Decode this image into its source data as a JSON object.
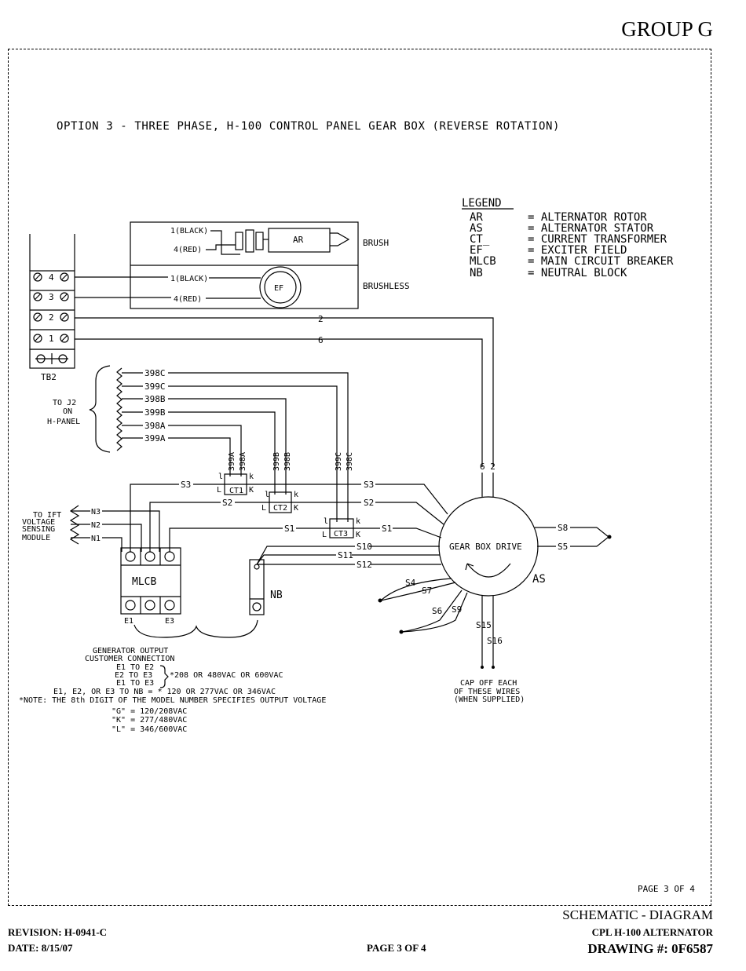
{
  "header": {
    "group": "GROUP G"
  },
  "title": "OPTION 3 - THREE PHASE, H-100 CONTROL PANEL GEAR BOX (REVERSE ROTATION)",
  "legend": {
    "heading": "LEGEND",
    "items": [
      {
        "abbr": "AR",
        "desc": "= ALTERNATOR ROTOR"
      },
      {
        "abbr": "AS",
        "desc": "= ALTERNATOR STATOR"
      },
      {
        "abbr": "CT_",
        "desc": "= CURRENT TRANSFORMER"
      },
      {
        "abbr": "EF",
        "desc": "= EXCITER FIELD"
      },
      {
        "abbr": "MLCB",
        "desc": "= MAIN CIRCUIT BREAKER"
      },
      {
        "abbr": "NB",
        "desc": "= NEUTRAL BLOCK"
      }
    ]
  },
  "diagram": {
    "tb2": {
      "label": "TB2",
      "terminals": [
        "4",
        "3",
        "2",
        "1"
      ]
    },
    "brush": {
      "label": "BRUSH",
      "wire1": "1(BLACK)",
      "wire4": "4(RED)",
      "ar": "AR"
    },
    "brushless": {
      "label": "BRUSHLESS",
      "wire1": "1(BLACK)",
      "wire4": "4(RED)",
      "ef": "EF"
    },
    "wires": {
      "w2": "2",
      "w6": "6"
    },
    "j2": {
      "note": [
        "TO J2",
        "ON",
        "H-PANEL"
      ],
      "lines": [
        "398C",
        "399C",
        "398B",
        "399B",
        "398A",
        "399A"
      ]
    },
    "ct_pairs": [
      [
        "399A",
        "398A"
      ],
      [
        "399B",
        "398B"
      ],
      [
        "399C",
        "398C"
      ]
    ],
    "ct": {
      "names": [
        "CT1",
        "CT2",
        "CT3"
      ],
      "l": "L",
      "k": "K",
      "l_small": "l",
      "k_small": "k"
    },
    "ift": {
      "note": [
        "TO IFT",
        "VOLTAGE",
        "SENSING",
        "MODULE"
      ],
      "lines": [
        "N3",
        "N2",
        "N1"
      ]
    },
    "mlcb": {
      "label": "MLCB",
      "e1": "E1",
      "e3": "E3"
    },
    "nb": {
      "label": "NB"
    },
    "stator": {
      "drive": "GEAR BOX DRIVE",
      "as": "AS",
      "top": "6 2"
    },
    "leads": [
      "S3",
      "S2",
      "S1",
      "S10",
      "S11",
      "S12",
      "S8",
      "S5",
      "S4",
      "S7",
      "S6",
      "S9",
      "S15",
      "S16"
    ],
    "cap_note": [
      "CAP OFF EACH",
      "OF THESE WIRES",
      "(WHEN SUPPLIED)"
    ],
    "output_notes": [
      "GENERATOR OUTPUT",
      "CUSTOMER CONNECTION",
      "E1 TO E2",
      "E2 TO E3",
      "E1 TO E3",
      "*208 OR 480VAC OR 600VAC",
      "E1, E2, OR E3 TO NB = * 120 OR 277VAC OR 346VAC",
      "*NOTE: THE 8th DIGIT OF THE MODEL NUMBER SPECIFIES OUTPUT VOLTAGE",
      "\"G\" = 120/208VAC",
      "\"K\" = 277/480VAC",
      "\"L\" = 346/600VAC"
    ]
  },
  "page_marker": "PAGE 3 OF 4",
  "footer": {
    "schematic": "SCHEMATIC - DIAGRAM",
    "product": "CPL H-100 ALTERNATOR",
    "drawing": "DRAWING #: 0F6587",
    "revision": "REVISION: H-0941-C",
    "date": "DATE: 8/15/07",
    "page": "PAGE 3 OF 4"
  }
}
